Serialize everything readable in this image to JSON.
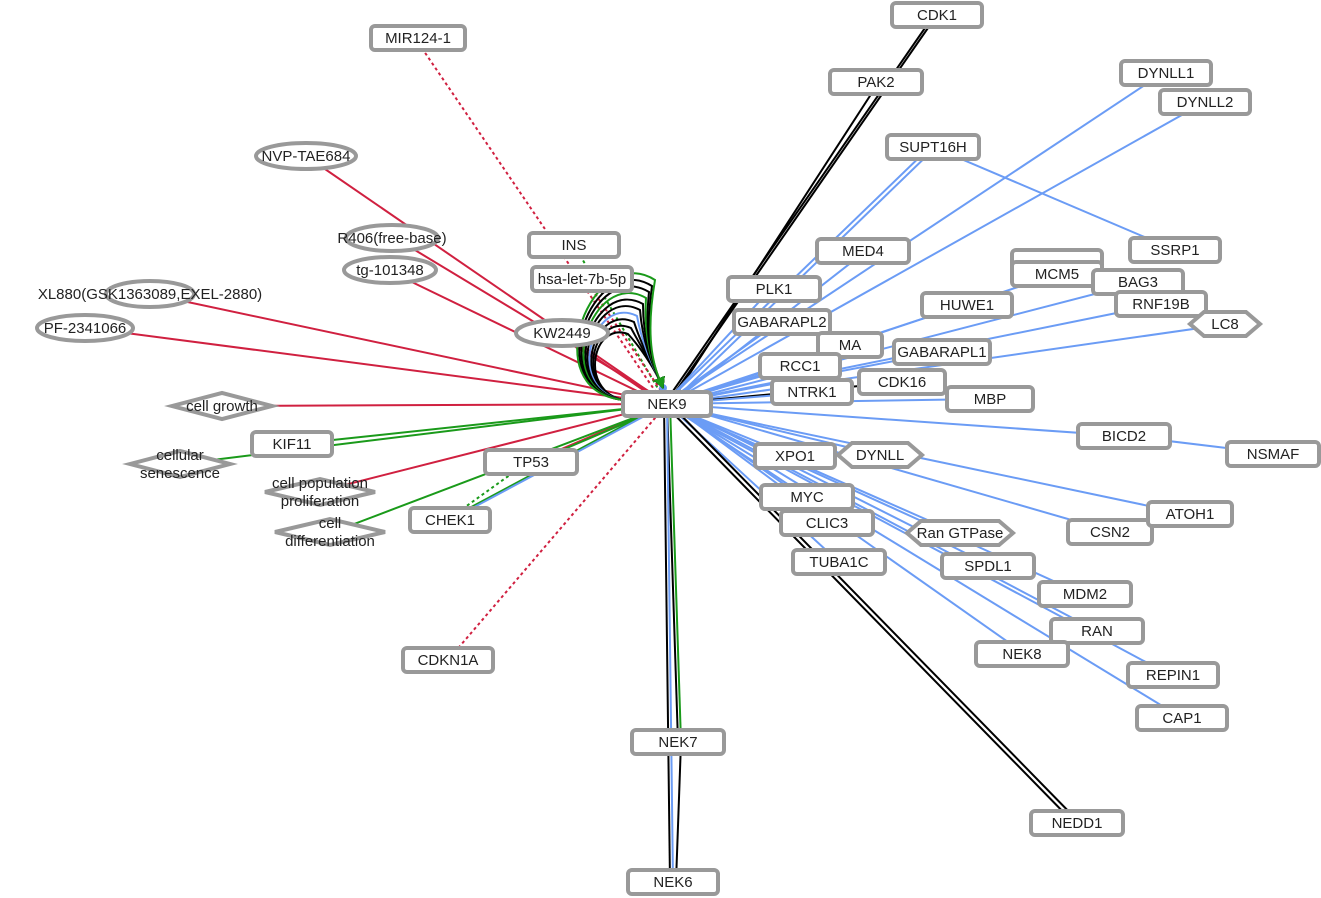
{
  "colors": {
    "binding": "#6b9cf5",
    "activation": "#1a9a1a",
    "inhibition": "#d02040",
    "regulation": "#000000",
    "node_border": "#999999"
  },
  "nodes": [
    {
      "id": "CDK1",
      "label": "CDK1",
      "shape": "rect"
    },
    {
      "id": "PAK2",
      "label": "PAK2",
      "shape": "rect"
    },
    {
      "id": "DYNLL1",
      "label": "DYNLL1",
      "shape": "rect"
    },
    {
      "id": "DYNLL2",
      "label": "DYNLL2",
      "shape": "rect"
    },
    {
      "id": "MIR124-1",
      "label": "MIR124-1",
      "shape": "rect"
    },
    {
      "id": "SUPT16H",
      "label": "SUPT16H",
      "shape": "rect"
    },
    {
      "id": "NVP-TAE684",
      "label": "NVP-TAE684",
      "shape": "ellipse"
    },
    {
      "id": "INS",
      "label": "INS",
      "shape": "rect"
    },
    {
      "id": "MED4",
      "label": "MED4",
      "shape": "rect"
    },
    {
      "id": "SSRP1",
      "label": "SSRP1",
      "shape": "rect"
    },
    {
      "id": "R406",
      "label": "R406(free-base)",
      "shape": "ellipse"
    },
    {
      "id": "tg-101348",
      "label": "tg-101348",
      "shape": "ellipse"
    },
    {
      "id": "hsa-let-7b-5p",
      "label": "hsa-let-7b-5p",
      "shape": "rect"
    },
    {
      "id": "MCM5b",
      "label": "",
      "shape": "rect"
    },
    {
      "id": "MCM5",
      "label": "MCM5",
      "shape": "rect"
    },
    {
      "id": "BAG3",
      "label": "BAG3",
      "shape": "rect"
    },
    {
      "id": "PLK1",
      "label": "PLK1",
      "shape": "rect"
    },
    {
      "id": "HUWE1",
      "label": "HUWE1",
      "shape": "rect"
    },
    {
      "id": "RNF19B",
      "label": "RNF19B",
      "shape": "rect"
    },
    {
      "id": "LC8",
      "label": "LC8",
      "shape": "hexagon"
    },
    {
      "id": "GABARAPL2",
      "label": "GABARAPL2",
      "shape": "rect"
    },
    {
      "id": "PF-2341066",
      "label": "PF-2341066",
      "shape": "ellipse"
    },
    {
      "id": "XL880",
      "label": "XL880(GSK1363089,EXEL-2880)",
      "shape": "ellipse"
    },
    {
      "id": "KW2449",
      "label": "KW2449",
      "shape": "ellipse"
    },
    {
      "id": "MA",
      "label": "MA",
      "shape": "rect"
    },
    {
      "id": "GABARAPL1",
      "label": "GABARAPL1",
      "shape": "rect"
    },
    {
      "id": "RCC1",
      "label": "RCC1",
      "shape": "rect"
    },
    {
      "id": "CDK16",
      "label": "CDK16",
      "shape": "rect"
    },
    {
      "id": "NTRK1",
      "label": "NTRK1",
      "shape": "rect"
    },
    {
      "id": "MBP",
      "label": "MBP",
      "shape": "rect"
    },
    {
      "id": "NEK9",
      "label": "NEK9",
      "shape": "rect"
    },
    {
      "id": "cell-growth",
      "label": "cell growth",
      "shape": "diamond"
    },
    {
      "id": "BICD2",
      "label": "BICD2",
      "shape": "rect"
    },
    {
      "id": "NSMAF",
      "label": "NSMAF",
      "shape": "rect"
    },
    {
      "id": "DYNLL",
      "label": "DYNLL",
      "shape": "hexagon"
    },
    {
      "id": "XPO1",
      "label": "XPO1",
      "shape": "rect"
    },
    {
      "id": "cellular-senescence",
      "label": "cellular\nsenescence",
      "shape": "diamond"
    },
    {
      "id": "KIF11",
      "label": "KIF11",
      "shape": "rect"
    },
    {
      "id": "cell-pop-prolif",
      "label": "cell population\nproliferation",
      "shape": "diamond"
    },
    {
      "id": "TP53",
      "label": "TP53",
      "shape": "rect"
    },
    {
      "id": "MYC",
      "label": "MYC",
      "shape": "rect"
    },
    {
      "id": "CHEK1",
      "label": "CHEK1",
      "shape": "rect"
    },
    {
      "id": "cell-diff",
      "label": "cell\ndifferentiation",
      "shape": "diamond"
    },
    {
      "id": "CLIC3",
      "label": "CLIC3",
      "shape": "rect"
    },
    {
      "id": "CSN2",
      "label": "CSN2",
      "shape": "rect"
    },
    {
      "id": "ATOH1",
      "label": "ATOH1",
      "shape": "rect"
    },
    {
      "id": "Ran-GTPase",
      "label": "Ran GTPase",
      "shape": "hexagon"
    },
    {
      "id": "TUBA1C",
      "label": "TUBA1C",
      "shape": "rect"
    },
    {
      "id": "SPDL1",
      "label": "SPDL1",
      "shape": "rect"
    },
    {
      "id": "MDM2",
      "label": "MDM2",
      "shape": "rect"
    },
    {
      "id": "RAN",
      "label": "RAN",
      "shape": "rect"
    },
    {
      "id": "NEK8",
      "label": "NEK8",
      "shape": "rect"
    },
    {
      "id": "CDKN1A",
      "label": "CDKN1A",
      "shape": "rect"
    },
    {
      "id": "REPIN1",
      "label": "REPIN1",
      "shape": "rect"
    },
    {
      "id": "CAP1",
      "label": "CAP1",
      "shape": "rect"
    },
    {
      "id": "NEK7",
      "label": "NEK7",
      "shape": "rect"
    },
    {
      "id": "NEDD1",
      "label": "NEDD1",
      "shape": "rect"
    },
    {
      "id": "NEK6",
      "label": "NEK6",
      "shape": "rect"
    }
  ],
  "edges": [
    {
      "s": "NEK9",
      "t": "CDK1",
      "type": "regulation"
    },
    {
      "s": "NEK9",
      "t": "CDK1",
      "type": "regulation"
    },
    {
      "s": "NEK9",
      "t": "PAK2",
      "type": "regulation"
    },
    {
      "s": "NEK9",
      "t": "DYNLL1",
      "type": "binding"
    },
    {
      "s": "NEK9",
      "t": "DYNLL2",
      "type": "binding"
    },
    {
      "s": "NEK9",
      "t": "SUPT16H",
      "type": "binding"
    },
    {
      "s": "NEK9",
      "t": "SUPT16H",
      "type": "binding"
    },
    {
      "s": "SUPT16H",
      "t": "SSRP1",
      "type": "binding"
    },
    {
      "s": "NEK9",
      "t": "MED4",
      "type": "binding"
    },
    {
      "s": "NEK9",
      "t": "PLK1",
      "type": "binding"
    },
    {
      "s": "NEK9",
      "t": "MCM5",
      "type": "binding"
    },
    {
      "s": "NEK9",
      "t": "BAG3",
      "type": "binding"
    },
    {
      "s": "NEK9",
      "t": "HUWE1",
      "type": "binding"
    },
    {
      "s": "NEK9",
      "t": "RNF19B",
      "type": "binding"
    },
    {
      "s": "NEK9",
      "t": "LC8",
      "type": "binding"
    },
    {
      "s": "NEK9",
      "t": "GABARAPL2",
      "type": "binding"
    },
    {
      "s": "NEK9",
      "t": "GABARAPL1",
      "type": "binding"
    },
    {
      "s": "NEK9",
      "t": "MA",
      "type": "binding"
    },
    {
      "s": "NEK9",
      "t": "RCC1",
      "type": "binding"
    },
    {
      "s": "NEK9",
      "t": "CDK16",
      "type": "regulation"
    },
    {
      "s": "NEK9",
      "t": "NTRK1",
      "type": "binding"
    },
    {
      "s": "NEK9",
      "t": "MBP",
      "type": "binding"
    },
    {
      "s": "NEK9",
      "t": "BICD2",
      "type": "binding"
    },
    {
      "s": "BICD2",
      "t": "NSMAF",
      "type": "binding"
    },
    {
      "s": "NEK9",
      "t": "XPO1",
      "type": "binding"
    },
    {
      "s": "NEK9",
      "t": "DYNLL",
      "type": "binding"
    },
    {
      "s": "NEK9",
      "t": "CSN2",
      "type": "binding"
    },
    {
      "s": "NEK9",
      "t": "ATOH1",
      "type": "binding"
    },
    {
      "s": "NEK9",
      "t": "MYC",
      "type": "binding"
    },
    {
      "s": "NEK9",
      "t": "CLIC3",
      "type": "binding"
    },
    {
      "s": "NEK9",
      "t": "Ran-GTPase",
      "type": "binding"
    },
    {
      "s": "NEK9",
      "t": "TUBA1C",
      "type": "binding"
    },
    {
      "s": "NEK9",
      "t": "SPDL1",
      "type": "binding"
    },
    {
      "s": "NEK9",
      "t": "MDM2",
      "type": "binding"
    },
    {
      "s": "NEK9",
      "t": "RAN",
      "type": "binding"
    },
    {
      "s": "NEK9",
      "t": "NEK8",
      "type": "binding"
    },
    {
      "s": "NEK9",
      "t": "REPIN1",
      "type": "binding"
    },
    {
      "s": "NEK9",
      "t": "CAP1",
      "type": "binding"
    },
    {
      "s": "NEK9",
      "t": "NEDD1",
      "type": "regulation"
    },
    {
      "s": "NEK9",
      "t": "NEDD1",
      "type": "regulation"
    },
    {
      "s": "NEK9",
      "t": "NEK7",
      "type": "regulation"
    },
    {
      "s": "NEK9",
      "t": "NEK7",
      "type": "activation"
    },
    {
      "s": "NEK9",
      "t": "NEK6",
      "type": "regulation"
    },
    {
      "s": "NEK9",
      "t": "NEK6",
      "type": "binding"
    },
    {
      "s": "NEK7",
      "t": "NEK6",
      "type": "regulation"
    },
    {
      "s": "MIR124-1",
      "t": "NEK9",
      "type": "inhibition",
      "dashed": true
    },
    {
      "s": "NVP-TAE684",
      "t": "NEK9",
      "type": "inhibition"
    },
    {
      "s": "R406",
      "t": "NEK9",
      "type": "inhibition"
    },
    {
      "s": "tg-101348",
      "t": "NEK9",
      "type": "inhibition"
    },
    {
      "s": "XL880",
      "t": "NEK9",
      "type": "inhibition"
    },
    {
      "s": "PF-2341066",
      "t": "NEK9",
      "type": "inhibition"
    },
    {
      "s": "KW2449",
      "t": "NEK9",
      "type": "inhibition"
    },
    {
      "s": "INS",
      "t": "NEK9",
      "type": "activation",
      "dashed": true
    },
    {
      "s": "hsa-let-7b-5p",
      "t": "NEK9",
      "type": "inhibition",
      "dashed": true
    },
    {
      "s": "NEK9",
      "t": "cell-growth",
      "type": "inhibition"
    },
    {
      "s": "NEK9",
      "t": "cellular-senescence",
      "type": "activation"
    },
    {
      "s": "NEK9",
      "t": "KIF11",
      "type": "activation"
    },
    {
      "s": "NEK9",
      "t": "cell-pop-prolif",
      "type": "inhibition"
    },
    {
      "s": "NEK9",
      "t": "TP53",
      "type": "inhibition"
    },
    {
      "s": "NEK9",
      "t": "TP53",
      "type": "activation"
    },
    {
      "s": "NEK9",
      "t": "CHEK1",
      "type": "activation"
    },
    {
      "s": "NEK9",
      "t": "CHEK1",
      "type": "binding"
    },
    {
      "s": "NEK9",
      "t": "cell-diff",
      "type": "activation"
    },
    {
      "s": "TP53",
      "t": "CHEK1",
      "type": "activation",
      "dashed": true
    },
    {
      "s": "NEK9",
      "t": "CDKN1A",
      "type": "inhibition",
      "dashed": true
    },
    {
      "s": "NEK9",
      "t": "NEK9",
      "type": "regulation",
      "loop": 1
    },
    {
      "s": "NEK9",
      "t": "NEK9",
      "type": "regulation",
      "loop": 2
    },
    {
      "s": "NEK9",
      "t": "NEK9",
      "type": "regulation",
      "loop": 3
    },
    {
      "s": "NEK9",
      "t": "NEK9",
      "type": "binding",
      "loop": 4
    },
    {
      "s": "NEK9",
      "t": "NEK9",
      "type": "regulation",
      "loop": 5
    },
    {
      "s": "NEK9",
      "t": "NEK9",
      "type": "regulation",
      "loop": 6
    },
    {
      "s": "NEK9",
      "t": "NEK9",
      "type": "activation",
      "loop": 7
    },
    {
      "s": "NEK9",
      "t": "NEK9",
      "type": "regulation",
      "loop": 8
    },
    {
      "s": "NEK9",
      "t": "NEK9",
      "type": "regulation",
      "loop": 9
    },
    {
      "s": "NEK9",
      "t": "NEK9",
      "type": "activation",
      "loop": 10
    }
  ]
}
